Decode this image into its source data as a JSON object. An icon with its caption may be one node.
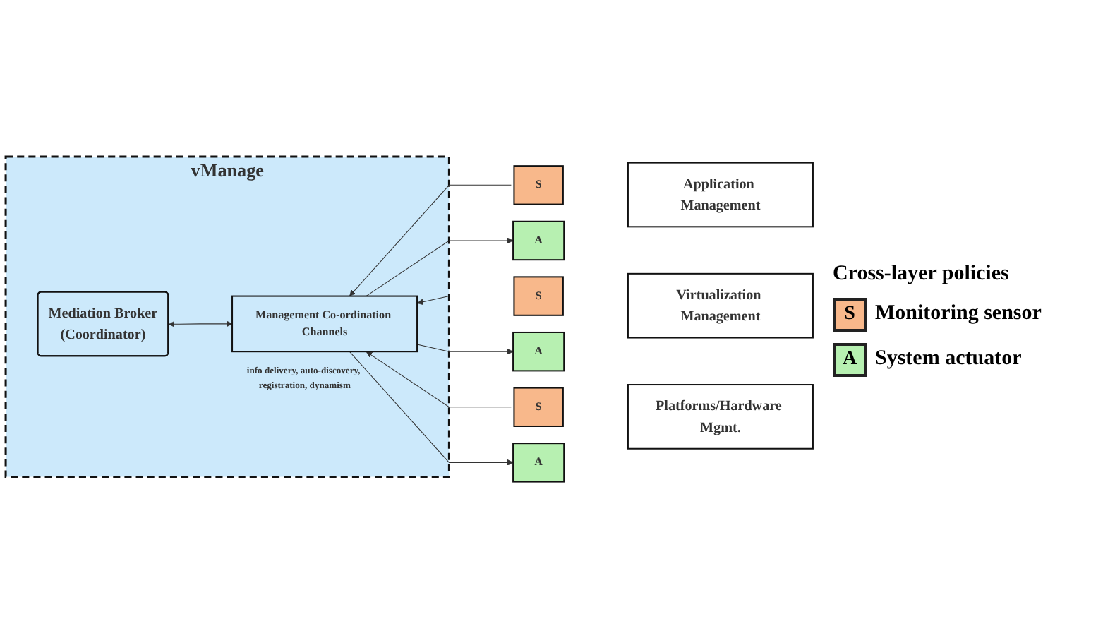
{
  "diagram": {
    "nodes": [
      {
        "text": [
          "vManage"
        ]
      },
      {
        "text": [
          "Mediation Broker",
          "(Coordinator)"
        ],
        "in": 0
      },
      {
        "text": [
          "Management Co-ordination Channels"
        ],
        "in": 0,
        "beside": [
          "info delivery, auto-discovery, registration, dynamism"
        ]
      },
      {
        "text": [
          "S"
        ]
      },
      {
        "text": [
          "A"
        ]
      },
      {
        "text": [
          "Application Management"
        ]
      },
      {
        "text": [
          "S"
        ]
      },
      {
        "text": [
          "A"
        ]
      },
      {
        "text": [
          "Virtualization Management"
        ]
      },
      {
        "text": [
          "S"
        ]
      },
      {
        "text": [
          "A"
        ]
      },
      {
        "text": [
          "Platforms/Hardware Mgmt."
        ]
      }
    ],
    "edges": [
      {
        "from": 1,
        "to": 2,
        "arrow": "both"
      },
      {
        "from": 3,
        "to": 2,
        "arrow": "to"
      },
      {
        "from": 2,
        "to": 4,
        "arrow": "to"
      },
      {
        "from": 6,
        "to": 2,
        "arrow": "to"
      },
      {
        "from": 2,
        "to": 7,
        "arrow": "to"
      },
      {
        "from": 9,
        "to": 2,
        "arrow": "to"
      },
      {
        "from": 2,
        "to": 10,
        "arrow": "to"
      }
    ],
    "labels": [
      "Cross-layer policies",
      "S",
      "A"
    ],
    "legend": [
      {
        "text": "Monitoring sensor",
        "color": "#f8b88b"
      },
      {
        "text": "System actuator",
        "color": "#b7f0b1"
      }
    ]
  }
}
